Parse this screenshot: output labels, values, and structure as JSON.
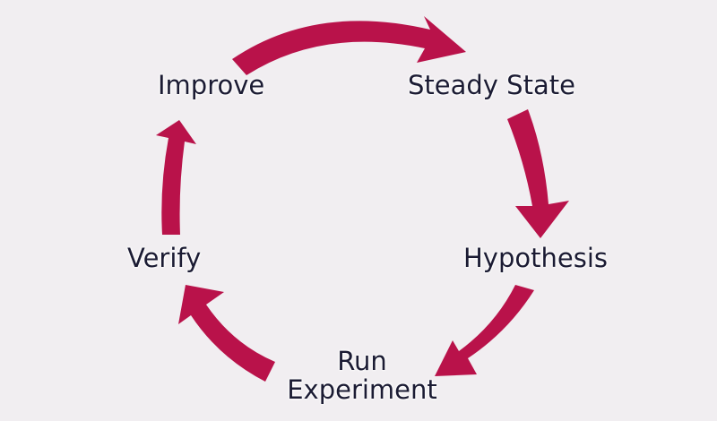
{
  "diagram": {
    "stages": [
      {
        "key": "steady_state",
        "label": "Steady State"
      },
      {
        "key": "hypothesis",
        "label": "Hypothesis"
      },
      {
        "key": "run_experiment",
        "line1": "Run",
        "line2": "Experiment"
      },
      {
        "key": "verify",
        "label": "Verify"
      },
      {
        "key": "improve",
        "label": "Improve"
      }
    ],
    "arrow_color": "#b9124a",
    "text_color": "#1b1b33",
    "background": "#f1eef1"
  }
}
